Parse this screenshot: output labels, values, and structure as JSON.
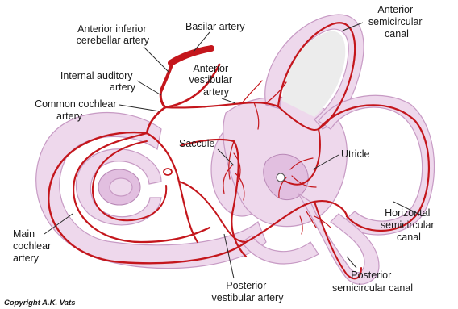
{
  "labels": {
    "basilar_artery": "Basilar artery",
    "aica": [
      "Anterior inferior",
      "cerebellar artery"
    ],
    "internal_auditory_artery": [
      "Internal auditory",
      "artery"
    ],
    "common_cochlear_artery": [
      "Common cochlear",
      "artery"
    ],
    "anterior_vestibular_artery": [
      "Anterior",
      "vestibular",
      "artery"
    ],
    "saccule": "Saccule",
    "utricle": "Utricle",
    "anterior_semicircular_canal": [
      "Anterior",
      "semicircular",
      "canal"
    ],
    "horizontal_semicircular_canal": [
      "Horizontal",
      "semicircular",
      "canal"
    ],
    "posterior_semicircular_canal": [
      "Posterior",
      "semicircular canal"
    ],
    "posterior_vestibular_artery": [
      "Posterior",
      "vestibular artery"
    ],
    "main_cochlear_artery": [
      "Main",
      "cochlear",
      "artery"
    ]
  },
  "copyright": "Copyright A.K. Vats",
  "colors": {
    "artery": "#c4161c",
    "tissue": "#eed8ec",
    "tissue_outline": "#c79ac4",
    "text": "#1a1a1a"
  }
}
